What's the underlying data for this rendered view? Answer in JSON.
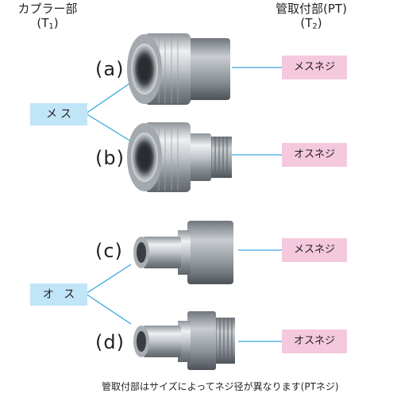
{
  "header": {
    "coupler": "カプラー部",
    "coupler_code": "(T",
    "coupler_sub": "1",
    "coupler_close": ")",
    "pipe": "管取付部(PT)",
    "pipe_code": "(T",
    "pipe_sub": "2",
    "pipe_close": ")"
  },
  "groups": [
    {
      "label": "メス"
    },
    {
      "label": "オ ス"
    }
  ],
  "rows": [
    {
      "letter": "(a)",
      "thread": "メスネジ"
    },
    {
      "letter": "(b)",
      "thread": "オスネジ"
    },
    {
      "letter": "(c)",
      "thread": "メスネジ"
    },
    {
      "letter": "(d)",
      "thread": "オスネジ"
    }
  ],
  "note": "管取付部はサイズによってネジ径が異なります(PTネジ)",
  "colors": {
    "line": "#3aa8dc",
    "female_box": "#bfe5f6",
    "thread_tag": "#f4c8dd",
    "metal": "#b9bdc2"
  }
}
